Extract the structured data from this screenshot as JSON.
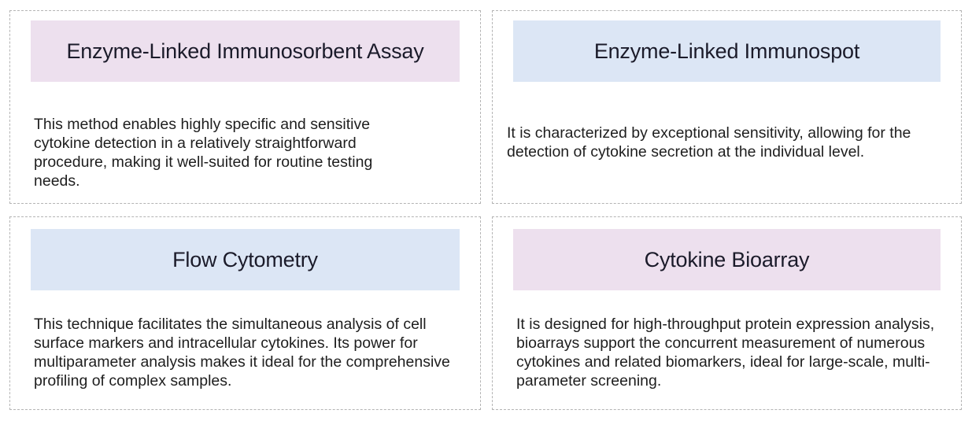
{
  "cards": [
    {
      "title": "Enzyme-Linked Immunosorbent Assay",
      "header_color": "#ede0ee",
      "description": "This method enables highly specific and sensitive cytokine detection in a relatively straightforward procedure, making it well-suited for routine testing needs."
    },
    {
      "title": "Enzyme-Linked Immunospot",
      "header_color": "#dce6f5",
      "description": "It is characterized by exceptional sensitivity, allowing for the detection of cytokine secretion at the individual level."
    },
    {
      "title": "Flow Cytometry",
      "header_color": "#dce6f5",
      "description": "This technique facilitates the simultaneous analysis of cell surface markers and intracellular cytokines. Its power for multiparameter analysis makes it ideal for the comprehensive profiling of complex samples."
    },
    {
      "title": "Cytokine Bioarray",
      "header_color": "#ede0ee",
      "description": "It is designed for high-throughput protein expression analysis, bioarrays support the concurrent measurement of numerous cytokines and related biomarkers, ideal for large-scale, multi-parameter screening."
    }
  ]
}
